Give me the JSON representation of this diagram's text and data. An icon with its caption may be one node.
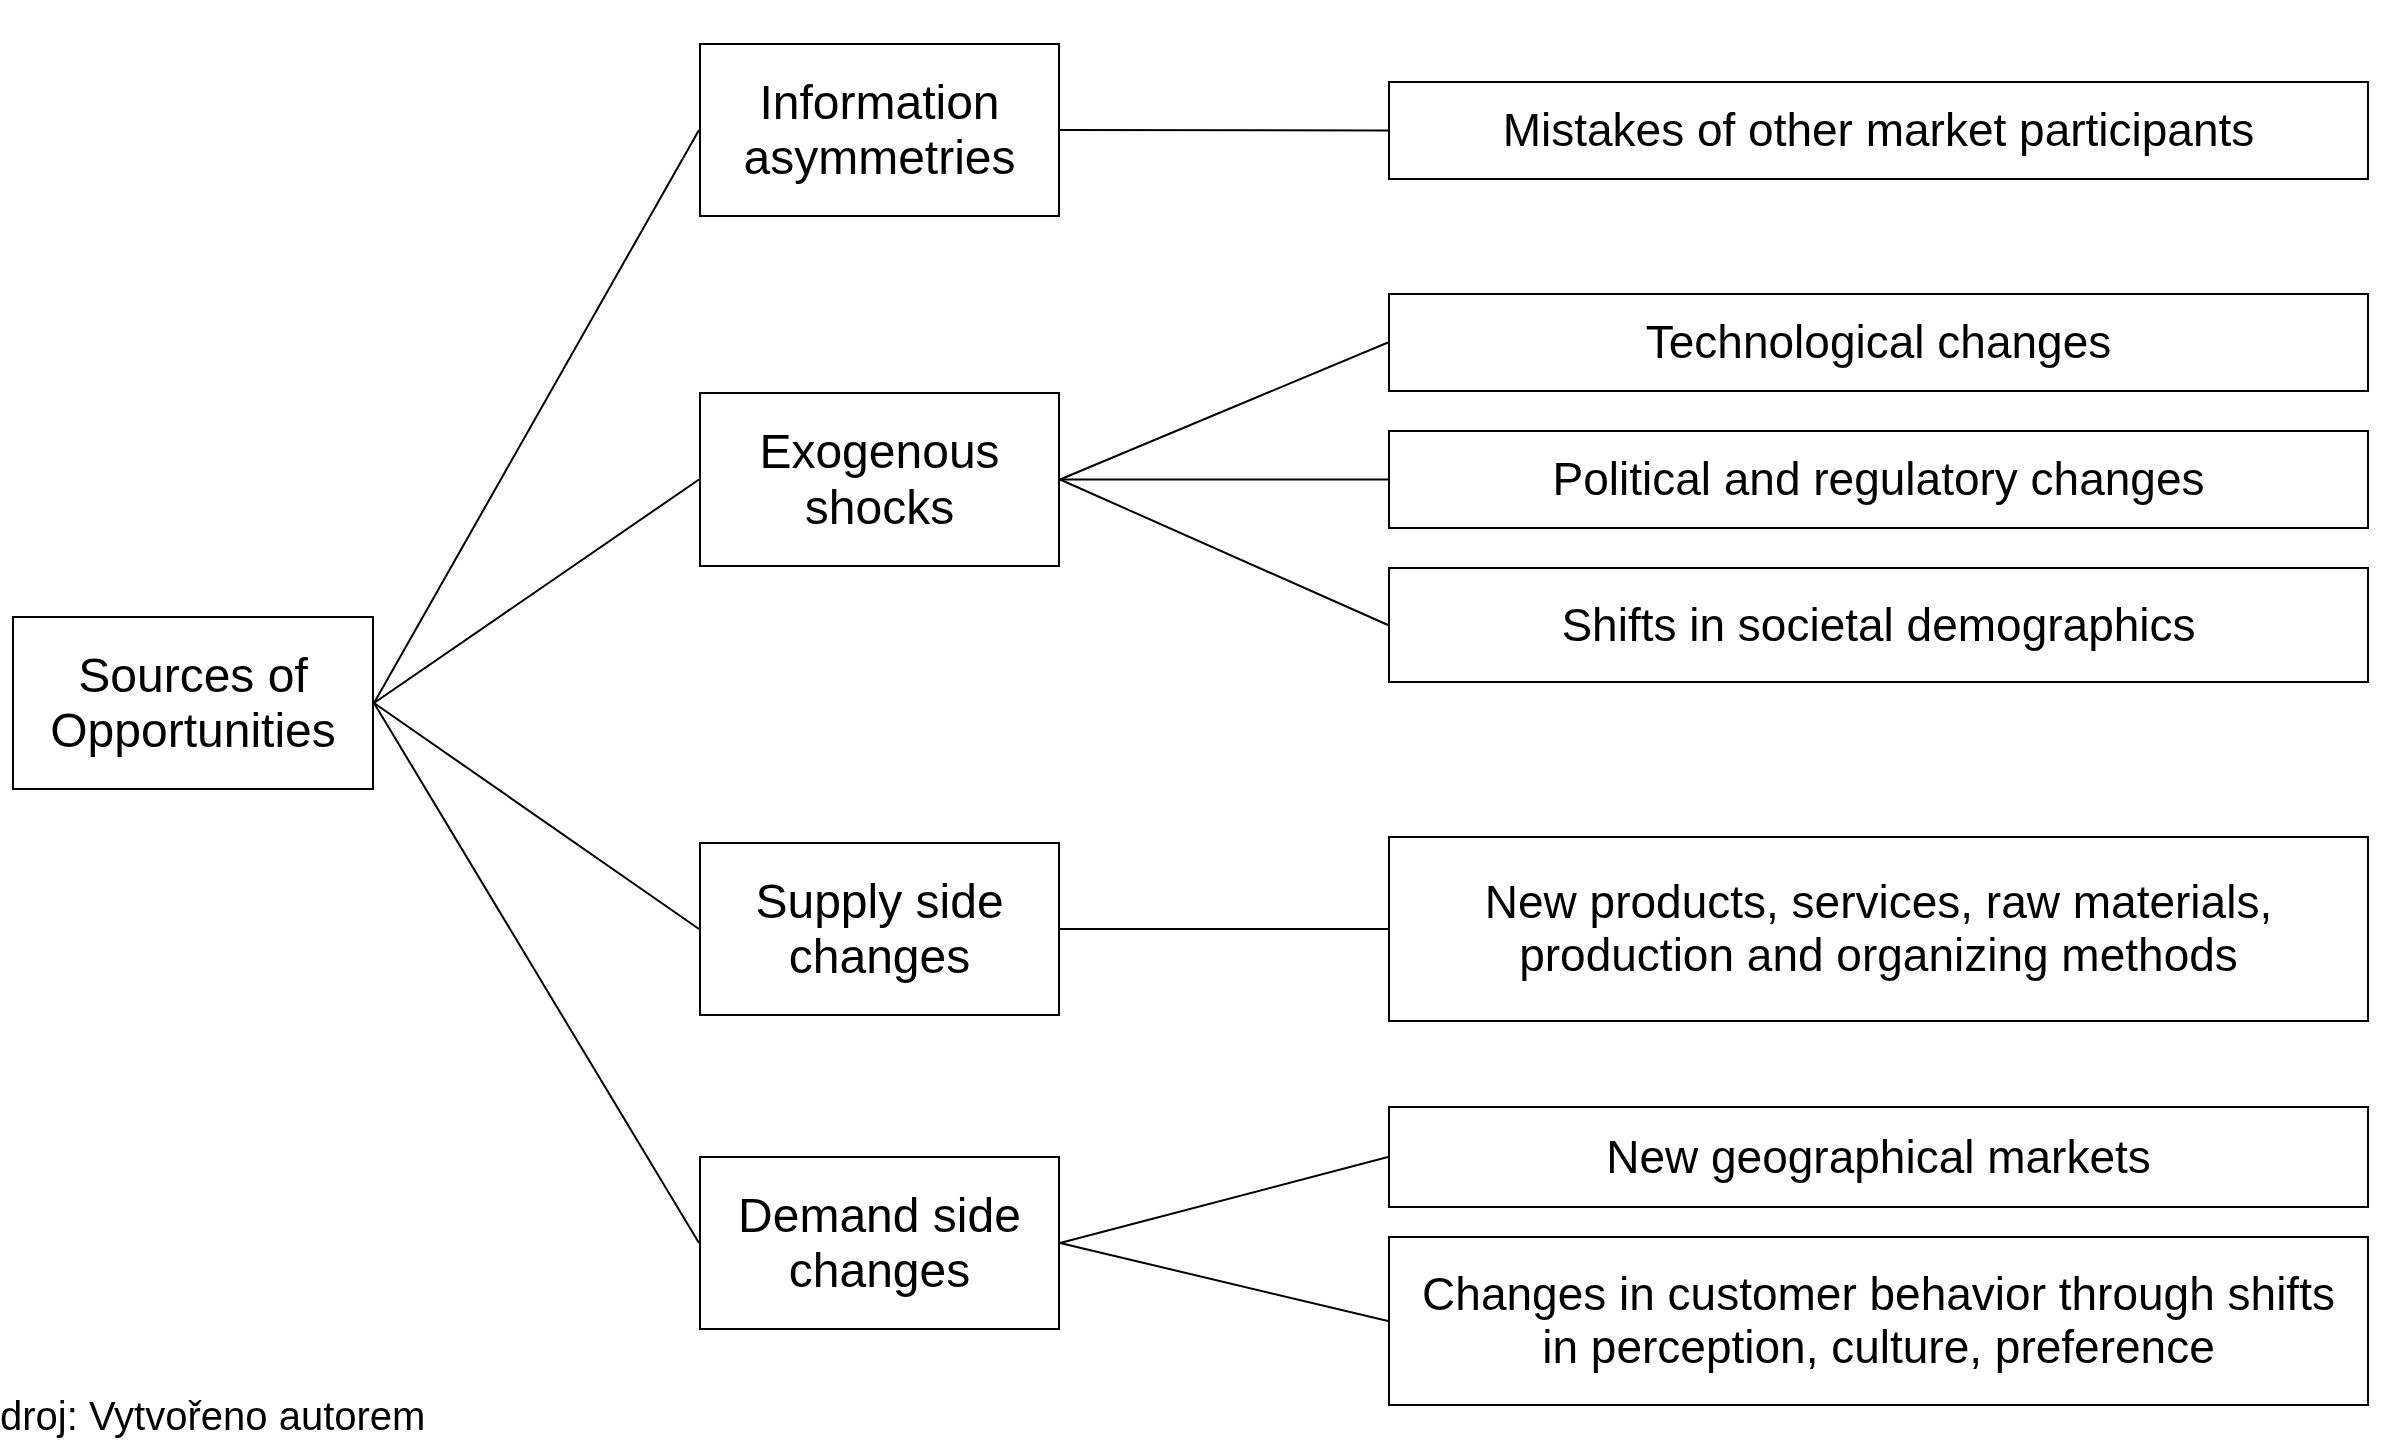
{
  "diagram": {
    "nodes": [
      {
        "text": [
          "Sources of Opportunities"
        ]
      },
      {
        "text": [
          "Information asymmetries"
        ]
      },
      {
        "text": [
          "Exogenous shocks"
        ]
      },
      {
        "text": [
          "Supply side changes"
        ]
      },
      {
        "text": [
          "Demand side changes"
        ]
      },
      {
        "text": [
          "Mistakes of other market participants"
        ]
      },
      {
        "text": [
          "Technological changes"
        ]
      },
      {
        "text": [
          "Political and regulatory changes"
        ]
      },
      {
        "text": [
          "Shifts in societal demographics"
        ]
      },
      {
        "text": [
          "New products, services, raw materials, production and organizing methods"
        ]
      },
      {
        "text": [
          "New geographical markets"
        ]
      },
      {
        "text": [
          "Changes in customer behavior through shifts in perception, culture, preference"
        ]
      }
    ],
    "edges": [
      {
        "from": 0,
        "to": 1,
        "arrow": "none"
      },
      {
        "from": 0,
        "to": 2,
        "arrow": "none"
      },
      {
        "from": 0,
        "to": 3,
        "arrow": "none"
      },
      {
        "from": 0,
        "to": 4,
        "arrow": "none"
      },
      {
        "from": 1,
        "to": 5,
        "arrow": "none"
      },
      {
        "from": 2,
        "to": 6,
        "arrow": "none"
      },
      {
        "from": 2,
        "to": 7,
        "arrow": "none"
      },
      {
        "from": 2,
        "to": 8,
        "arrow": "none"
      },
      {
        "from": 3,
        "to": 9,
        "arrow": "none"
      },
      {
        "from": 4,
        "to": 10,
        "arrow": "none"
      },
      {
        "from": 4,
        "to": 11,
        "arrow": "none"
      }
    ],
    "labels": [
      "droj: Vytvořeno autorem"
    ]
  }
}
